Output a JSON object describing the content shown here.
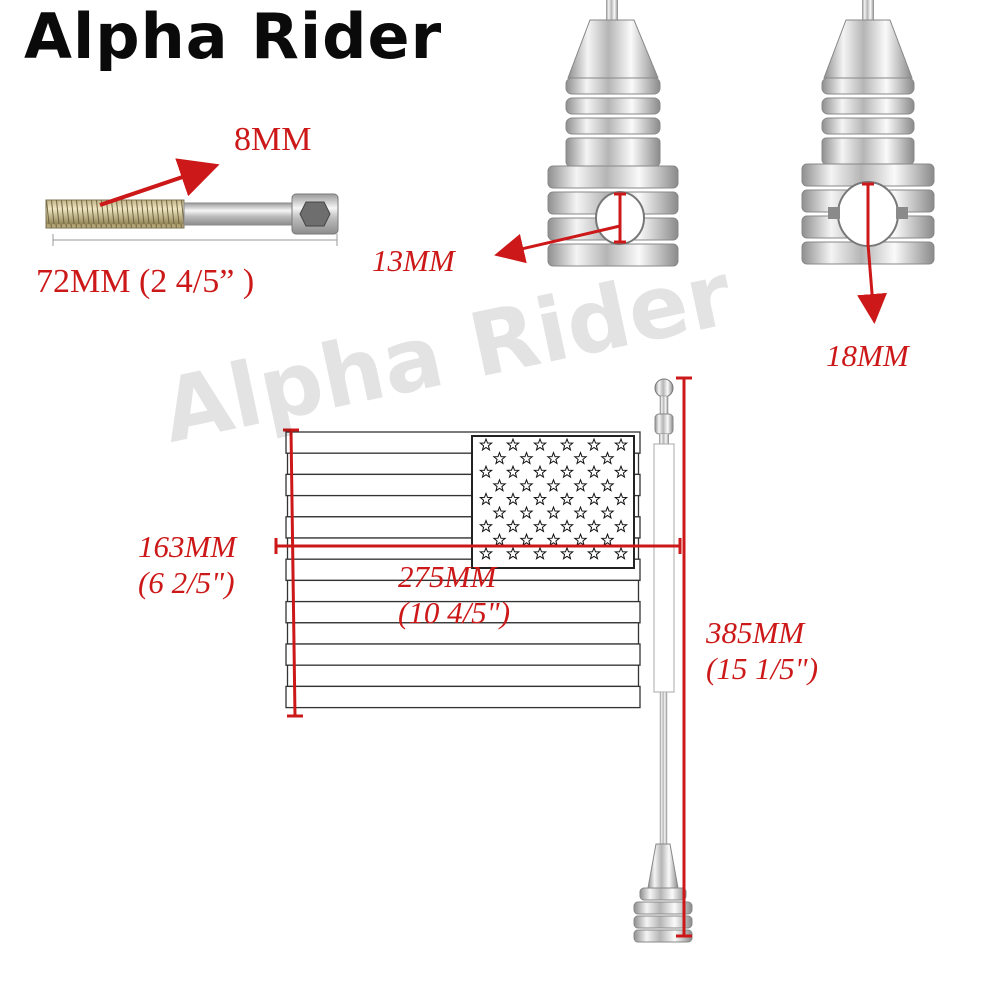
{
  "brand": {
    "name": "Alpha Rider",
    "watermark": "Alpha Rider"
  },
  "dimensions": {
    "bolt_diameter": "8MM",
    "bolt_length": "72MM (2 4/5” )",
    "clamp_small": "13MM",
    "clamp_large": "18MM",
    "flag_height_mm": "163MM",
    "flag_height_in": "(6 2/5\")",
    "flag_width_mm": "275MM",
    "flag_width_in": "(10 4/5\")",
    "pole_height_mm": "385MM",
    "pole_height_in": "(15 1/5\")"
  },
  "colors": {
    "dimension": "#cc1818",
    "chrome": "#c9c9c9",
    "brand_text": "#0a0a0a"
  },
  "icons": [
    "bolt-icon",
    "clamp-mount-icon",
    "flag-icon",
    "star-icon",
    "pole-icon"
  ]
}
